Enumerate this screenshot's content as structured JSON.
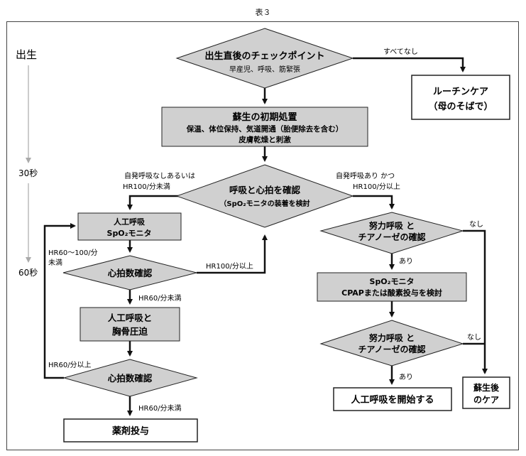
{
  "caption": "表３",
  "timeline": {
    "birth": "出生",
    "t30": "30秒",
    "t60": "60秒"
  },
  "nodes": {
    "checkpoint": {
      "title": "出生直後のチェックポイント",
      "sub": "早産児、呼吸、筋緊張"
    },
    "routine": {
      "line1": "ルーチンケア",
      "line2": "（母のそばで）"
    },
    "initial": {
      "title": "蘇生の初期処置",
      "line2": "保温、体位保持、気道開通（胎便除去を含む）",
      "line3": "皮膚乾燥と刺激"
    },
    "confirm": {
      "title": "呼吸と心拍を確認",
      "sub": "（SpO₂モニタの装着を検討"
    },
    "ventilation": {
      "line1": "人工呼吸",
      "line2": "SpO₂モニタ"
    },
    "hr_check1": {
      "label": "心拍数確認"
    },
    "ventilation_cc": {
      "line1": "人工呼吸と",
      "line2": "胸骨圧迫"
    },
    "hr_check2": {
      "label": "心拍数確認"
    },
    "drug": {
      "label": "薬剤投与"
    },
    "effort1": {
      "line1": "努力呼吸 と",
      "line2": "チアノーゼの確認"
    },
    "spo2_cpap": {
      "line1": "SpO₂モニタ",
      "line2": "CPAPまたは酸素投与を検討"
    },
    "effort2": {
      "line1": "努力呼吸 と",
      "line2": "チアノーゼの確認"
    },
    "start_vent": {
      "label": "人工呼吸を開始する"
    },
    "post_care": {
      "line1": "蘇生後",
      "line2": "のケア"
    }
  },
  "edges": {
    "all_none": "すべてなし",
    "no_breath_line1": "自発呼吸なしあるいは",
    "no_breath_line2": "HR100/分未満",
    "breath_line1": "自発呼吸あり かつ",
    "breath_line2": "HR100/分以上",
    "hr60_100_line1": "HR60〜100/分",
    "hr60_100_line2": "未満",
    "hr100_above": "HR100/分以上",
    "hr60_below1": "HR60/分未満",
    "hr60_above": "HR60/分以上",
    "hr60_below2": "HR60/分未満",
    "none1": "なし",
    "yes1": "あり",
    "none2": "なし",
    "yes2": "あり"
  },
  "colors": {
    "box_fill": "#d0d0d0",
    "stroke": "#222222",
    "timeline": "#aaaaaa"
  }
}
